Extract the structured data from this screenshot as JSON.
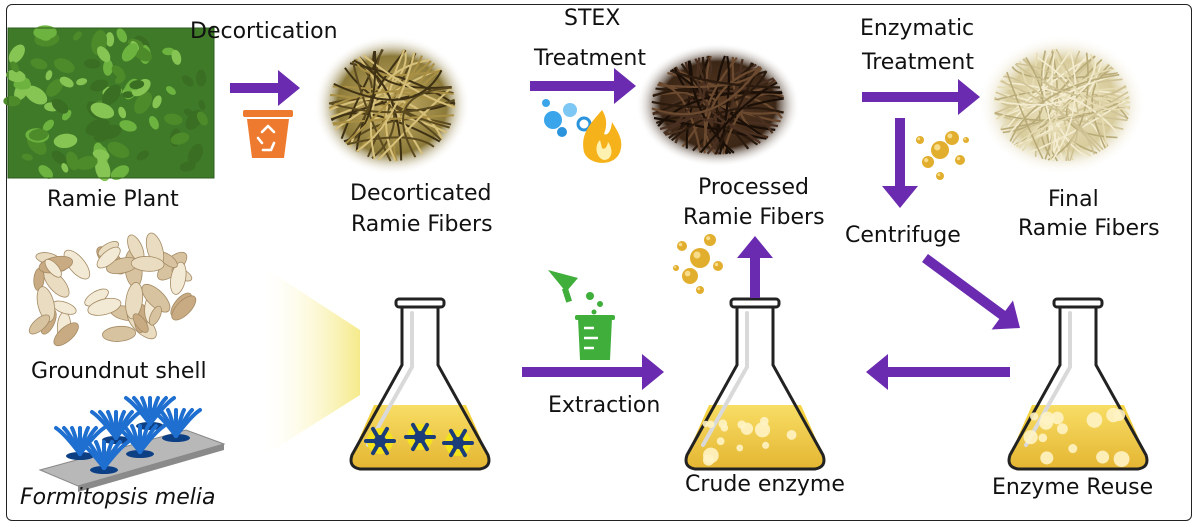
{
  "labels": {
    "decortication": "Decortication",
    "stex_line1": "STEX",
    "stex_line2": "Treatment",
    "enzymatic_line1": "Enzymatic",
    "enzymatic_line2": "Treatment",
    "ramie_plant": "Ramie Plant",
    "decorticated_line1": "Decorticated",
    "decorticated_line2": "Ramie Fibers",
    "processed_line1": "Processed",
    "processed_line2": "Ramie Fibers",
    "centrifuge": "Centrifuge",
    "final_line1": "Final",
    "final_line2": "Ramie Fibers",
    "groundnut_shell": "Groundnut shell",
    "formitopsis": "Formitopsis melia",
    "extraction": "Extraction",
    "crude_enzyme": "Crude enzyme",
    "enzyme_reuse": "Enzyme Reuse"
  },
  "icons": [
    "recycle-bin-icon",
    "bubbles-icon",
    "fire-icon",
    "enzyme-granules-icon",
    "funnel-beaker-icon",
    "erlenmeyer-flask-icon",
    "fungus-icon"
  ],
  "colors": {
    "arrow": "#6a2bb0",
    "liquid": "#f0c419",
    "fungus": "#1f6fd0",
    "bin": "#ee7a2f",
    "fire": "#f6b21b",
    "beaker": "#3fae3a",
    "enzyme": "#e2ae2e"
  }
}
